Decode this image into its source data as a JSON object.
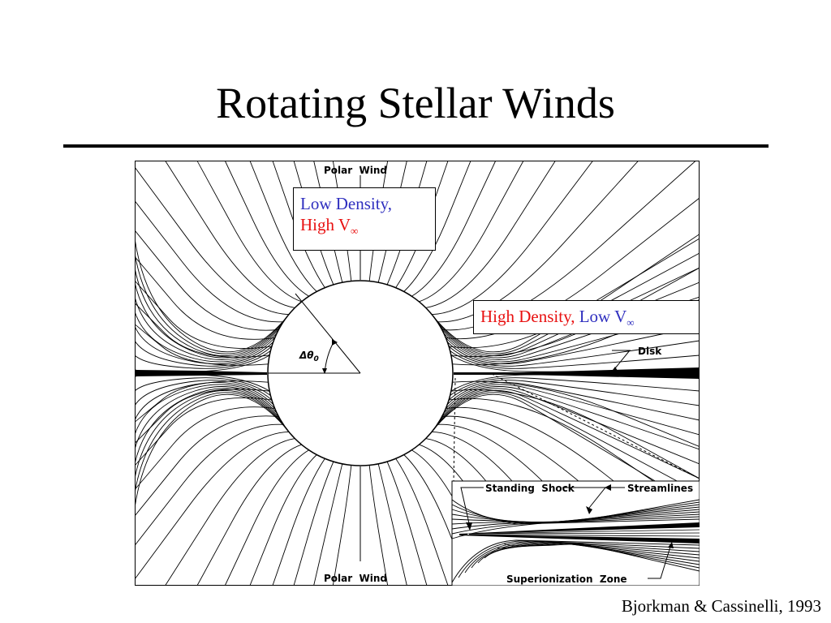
{
  "slide": {
    "title": "Rotating Stellar Winds",
    "credit": "Bjorkman & Cassinelli, 1993"
  },
  "diagram": {
    "polar_wind_top": "Polar  Wind",
    "polar_wind_bottom": "Polar  Wind",
    "disk_label": "Disk",
    "delta_theta": "Δθ",
    "delta_theta_sub": "0",
    "inset": {
      "standing_shock": "Standing  Shock",
      "streamlines": "Streamlines",
      "superionization_zone": "Superionization  Zone"
    },
    "callout_polar": {
      "line1": "Low Density,",
      "line2": "High V",
      "line2_sub": "∞"
    },
    "callout_equator": {
      "part1": "High Density,",
      "part2": "Low V",
      "part2_sub": "∞"
    }
  },
  "colors": {
    "blue": "#2f2fbf",
    "red": "#e81010"
  }
}
